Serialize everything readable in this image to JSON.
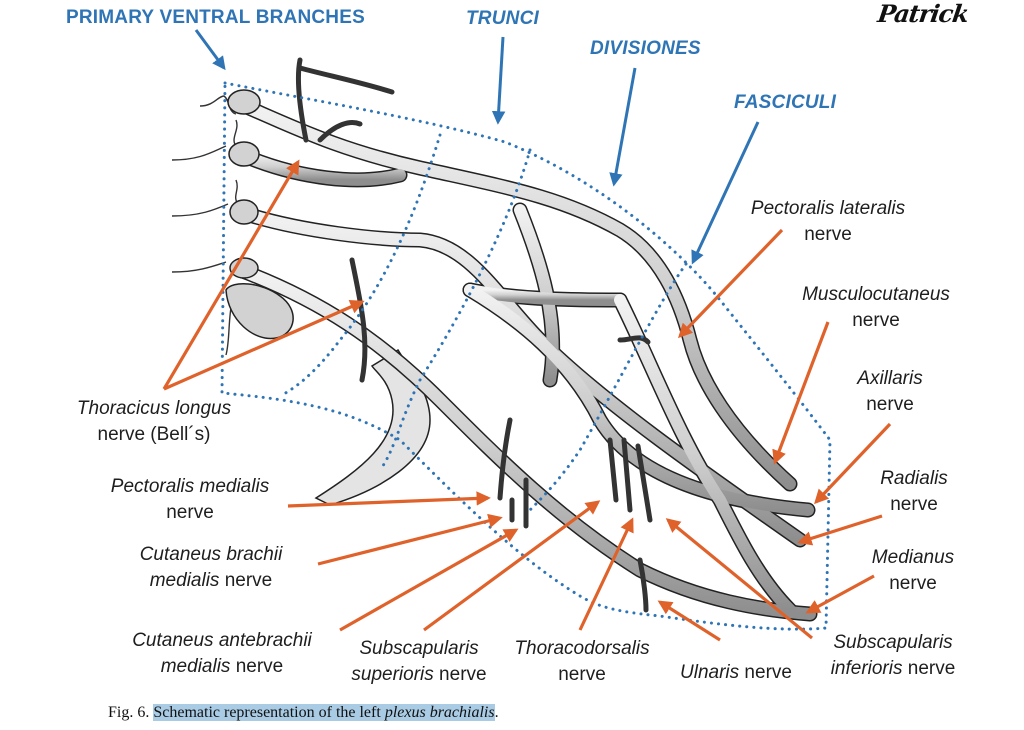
{
  "headers": {
    "primary_ventral_branches": "PRIMARY VENTRAL BRANCHES",
    "trunci": "TRUNCI",
    "divisiones": "DIVISIONES",
    "fasciculi": "FASCICULI"
  },
  "signature": "Patrick",
  "labels": {
    "pectoralis_lateralis": {
      "italic": "Pectoralis lateralis",
      "plain": "nerve"
    },
    "musculocutaneus": {
      "italic": "Musculocutaneus",
      "plain": "nerve"
    },
    "axillaris": {
      "italic": "Axillaris",
      "plain": "nerve"
    },
    "radialis": {
      "italic": "Radialis",
      "plain": "nerve"
    },
    "medianus": {
      "italic": "Medianus",
      "plain": "nerve"
    },
    "subscapularis_inferioris": {
      "italic1": "Subscapularis",
      "italic2": "inferioris",
      "plain": " nerve"
    },
    "ulnaris": {
      "italic": "Ulnaris",
      "plain": " nerve"
    },
    "thoracodorsalis": {
      "italic": "Thoracodorsalis",
      "plain": "nerve"
    },
    "subscapularis_superioris": {
      "italic1": "Subscapularis",
      "italic2": "superioris",
      "plain": " nerve"
    },
    "cutaneus_antebrachii_medialis": {
      "italic1": "Cutaneus antebrachii",
      "italic2": "medialis",
      "plain": " nerve"
    },
    "cutaneus_brachii_medialis": {
      "italic1": "Cutaneus brachii",
      "italic2": "medialis",
      "plain": " nerve"
    },
    "pectoralis_medialis": {
      "italic": "Pectoralis medialis",
      "plain": "nerve"
    },
    "thoracicus_longus": {
      "italic": "Thoracicus longus",
      "plain": "nerve (Bell´s)"
    }
  },
  "caption": {
    "prefix": "Fig. 6. ",
    "highlighted": "Schematic representation of the left ",
    "italic": "plexus brachialis",
    "suffix": "."
  },
  "colors": {
    "header_blue": "#2f75b5",
    "pointer_orange": "#e0622b",
    "boundary_blue": "#2f75b5",
    "nerve_gray": "#c9c9c9",
    "caption_highlight": "#a9cbe4"
  }
}
